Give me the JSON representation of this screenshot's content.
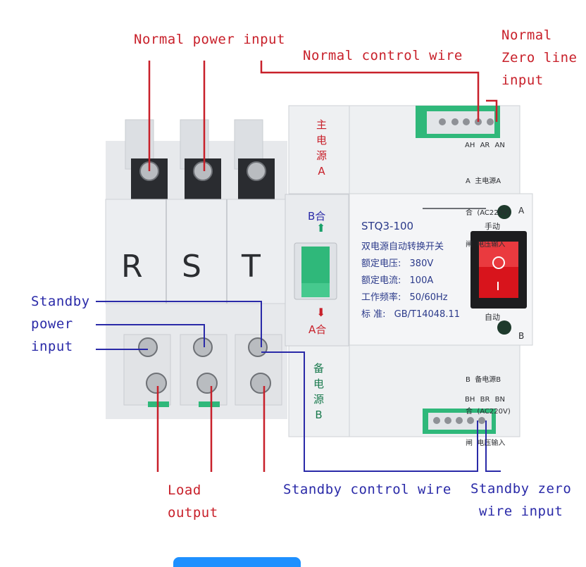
{
  "labels": {
    "normal_power_input": "Normal power input",
    "normal_control_wire": "Normal control wire",
    "normal_zero_line_input": [
      "Normal",
      "Zero line",
      "input"
    ],
    "standby_power_input": [
      "Standby",
      "power",
      "input"
    ],
    "load_output": [
      "Load",
      "output"
    ],
    "standby_control_wire": "Standby control wire",
    "standby_zero_wire_input": [
      "Standby zero",
      "wire input"
    ]
  },
  "device": {
    "phases": [
      "R",
      "S",
      "T"
    ],
    "main_source": [
      "主",
      "电",
      "源",
      "A"
    ],
    "backup_source": [
      "备",
      "电",
      "源",
      "B"
    ],
    "switch_top": "B合",
    "switch_bottom": "A合",
    "model": "STQ3-100",
    "name": "双电源自动转换开关",
    "specs": [
      {
        "k": "额定电压:",
        "v": "380V"
      },
      {
        "k": "额定电流:",
        "v": "100A"
      },
      {
        "k": "工作频率:",
        "v": "50/60Hz"
      },
      {
        "k": "标  准:",
        "v": "GB/T14048.11"
      }
    ],
    "manual": "手动",
    "auto": "自动",
    "ind_a": "A",
    "ind_b": "B",
    "top_terminals": [
      "AH",
      "AR",
      "AN"
    ],
    "top_desc": [
      "A  主电源A",
      "合  (AC220V)",
      "闸  电压输入"
    ],
    "bottom_desc": [
      "B  备电源B",
      "合  (AC220V)",
      "闸  电压输入"
    ],
    "bottom_terminals": [
      "BH",
      "BR",
      "BN"
    ]
  },
  "colors": {
    "label_red": "#c8202a",
    "label_blue": "#2a2aa8",
    "rocker_red": "#d8141c",
    "green": "#2fb87a"
  }
}
